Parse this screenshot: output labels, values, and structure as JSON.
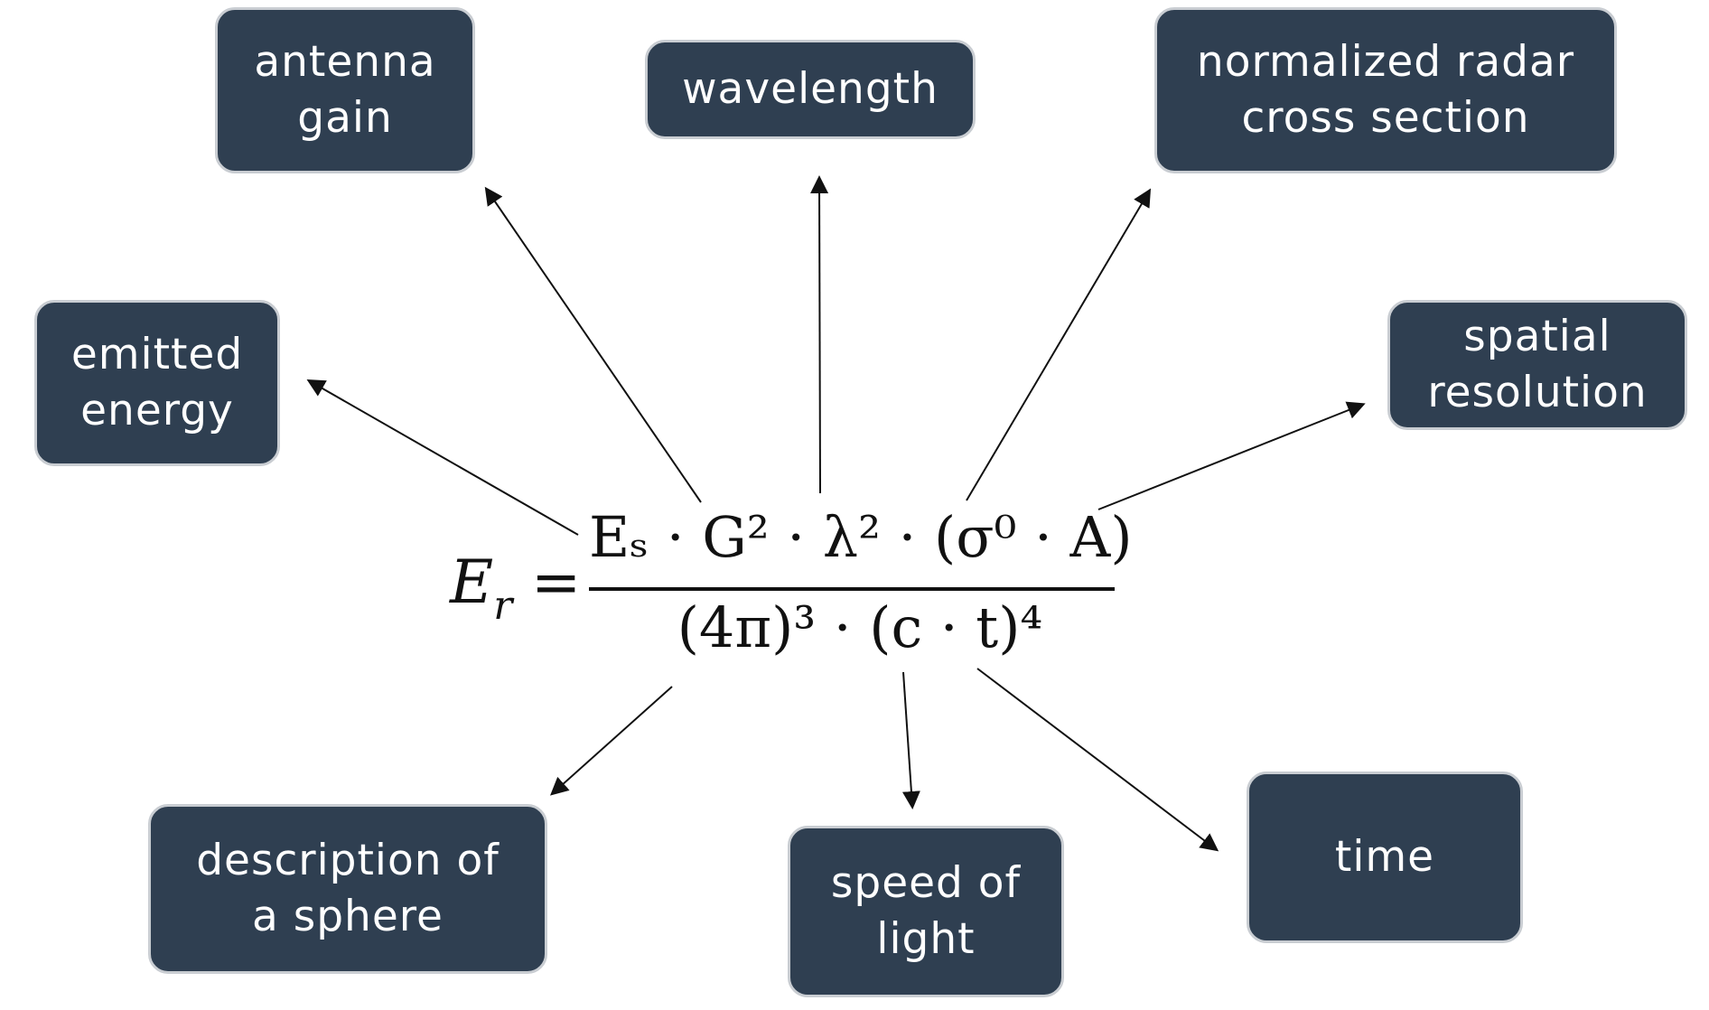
{
  "formula": {
    "lhs_symbol": "E",
    "lhs_subscript": "r",
    "equals": "=",
    "numerator": "Eₛ · G² · λ² · (σ⁰ · A)",
    "denominator": "(4π)³ · (c · t)⁴"
  },
  "labels": {
    "antenna_gain": "antenna\ngain",
    "wavelength": "wavelength",
    "normalized_radar_cross_section": "normalized radar\ncross section",
    "emitted_energy": "emitted\nenergy",
    "spatial_resolution": "spatial\nresolution",
    "description_of_a_sphere": "description of\na sphere",
    "speed_of_light": "speed of\nlight",
    "time": "time"
  },
  "colors": {
    "box_fill": "#2f3f51",
    "box_border": "#c9cdd2",
    "box_text": "#ffffff",
    "arrow": "#111111"
  }
}
